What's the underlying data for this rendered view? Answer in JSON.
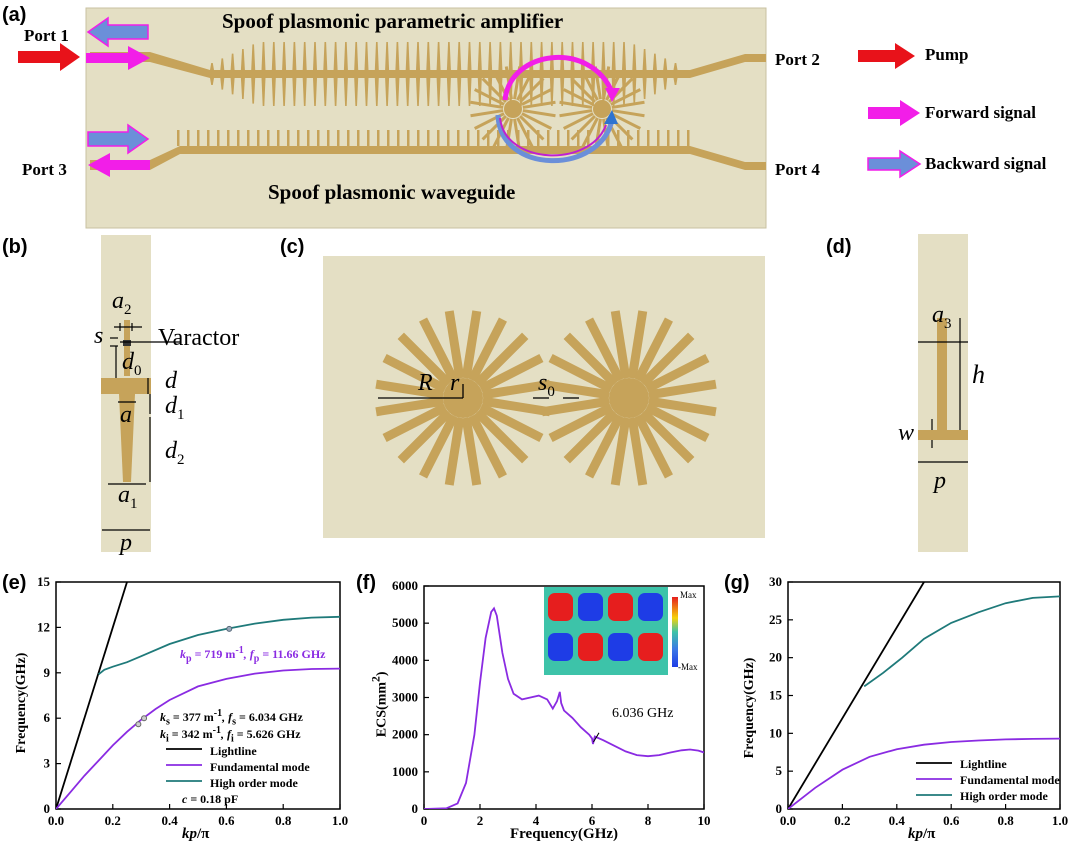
{
  "panel_a": {
    "label": "(a)",
    "title_top": "Spoof plasmonic parametric amplifier",
    "title_bottom": "Spoof plasmonic waveguide",
    "ports": [
      "Port 1",
      "Port 2",
      "Port 3",
      "Port 4"
    ],
    "legend": [
      {
        "name": "Pump",
        "color": "#e8121a"
      },
      {
        "name": "Forward signal",
        "color": "#f21ee8"
      },
      {
        "name": "Backward signal",
        "color": "#6b8fd9"
      }
    ]
  },
  "panel_b": {
    "label": "(b)",
    "varactor": "Varactor",
    "dims": [
      "a",
      "2",
      "s",
      "d",
      "0",
      "d",
      "d",
      "1",
      "a",
      "d",
      "2",
      "a",
      "1",
      "p"
    ]
  },
  "panel_c": {
    "label": "(c)",
    "R": "R",
    "r": "r",
    "s": "s",
    "s0sub": "0"
  },
  "panel_d": {
    "label": "(d)",
    "a": "a",
    "a3sub": "3",
    "h": "h",
    "w": "w",
    "p": "p"
  },
  "panel_e": {
    "label": "(e)",
    "ylabel": "Frequency(GHz)",
    "xlabel_k": "kp",
    "xlabel_div": "/π",
    "annot_p": "k",
    "annot_p_full": "= 719 m",
    "annot_p_rest": ", f",
    "annot_p_val": "= 11.66 GHz",
    "annot_s": "k",
    "annot_s_full": "= 377 m",
    "annot_s_rest": ", f",
    "annot_s_val": "= 6.034 GHz",
    "annot_i": "k",
    "annot_i_full": "= 342 m",
    "annot_i_rest": ", f",
    "annot_i_val": "= 5.626 GHz",
    "sup": "-1",
    "sub_p": "p",
    "sub_s": "s",
    "sub_i": "i",
    "c_label": "c",
    "c_val": "= 0.18 pF",
    "legend": [
      "Lightline",
      "Fundamental mode",
      "High order mode"
    ]
  },
  "panel_f": {
    "label": "(f)",
    "ylabel": "ECS(mm",
    "ylabel_sup": "2",
    "ylabel_end": ")",
    "xlabel": "Frequency(GHz)",
    "annotation": "6.036 GHz",
    "colorbar_max": "Max",
    "colorbar_min": "-Max"
  },
  "panel_g": {
    "label": "(g)",
    "ylabel": "Frequency(GHz)",
    "xlabel_k": "kp",
    "xlabel_div": "/π",
    "legend": [
      "Lightline",
      "Fundamental mode",
      "High order mode"
    ]
  },
  "chart_data": [
    {
      "type": "line",
      "panel": "e",
      "xlabel": "kp/π",
      "ylabel": "Frequency(GHz)",
      "xlim": [
        0.0,
        1.0
      ],
      "ylim": [
        0,
        15
      ],
      "xticks": [
        "0.0",
        "0.2",
        "0.4",
        "0.6",
        "0.8",
        "1.0"
      ],
      "yticks": [
        "0",
        "3",
        "6",
        "9",
        "12",
        "15"
      ],
      "series": [
        {
          "name": "Lightline",
          "color": "#000000",
          "x": [
            0.0,
            0.25
          ],
          "y": [
            0,
            15.0
          ]
        },
        {
          "name": "Fundamental mode",
          "color": "#8a2be2",
          "x": [
            0.0,
            0.05,
            0.1,
            0.15,
            0.2,
            0.25,
            0.3,
            0.35,
            0.4,
            0.5,
            0.6,
            0.7,
            0.8,
            0.9,
            1.0
          ],
          "y": [
            0,
            1.1,
            2.2,
            3.2,
            4.2,
            5.1,
            5.9,
            6.6,
            7.2,
            8.1,
            8.6,
            8.95,
            9.15,
            9.25,
            9.28
          ]
        },
        {
          "name": "High order mode",
          "color": "#1f7a7a",
          "x": [
            0.15,
            0.17,
            0.2,
            0.25,
            0.3,
            0.4,
            0.5,
            0.6,
            0.7,
            0.8,
            0.9,
            1.0
          ],
          "y": [
            8.9,
            9.2,
            9.4,
            9.7,
            10.1,
            10.9,
            11.5,
            11.9,
            12.25,
            12.5,
            12.65,
            12.7
          ]
        }
      ]
    },
    {
      "type": "line",
      "panel": "f",
      "xlabel": "Frequency(GHz)",
      "ylabel": "ECS(mm2)",
      "xlim": [
        0,
        10
      ],
      "ylim": [
        0,
        6000
      ],
      "xticks": [
        "0",
        "2",
        "4",
        "6",
        "8",
        "10"
      ],
      "yticks": [
        "0",
        "1000",
        "2000",
        "3000",
        "4000",
        "5000",
        "6000"
      ],
      "series": [
        {
          "name": "ECS",
          "color": "#8a2be2",
          "x": [
            0,
            0.8,
            1.2,
            1.5,
            1.8,
            2.0,
            2.2,
            2.4,
            2.5,
            2.6,
            2.8,
            3.0,
            3.2,
            3.5,
            3.8,
            4.1,
            4.4,
            4.6,
            4.75,
            4.85,
            4.9,
            5.0,
            5.3,
            5.6,
            5.9,
            6.0,
            6.036,
            6.1,
            6.4,
            6.8,
            7.2,
            7.6,
            8.0,
            8.4,
            8.8,
            9.2,
            9.5,
            9.8,
            10.0
          ],
          "y": [
            0,
            20,
            150,
            700,
            2000,
            3400,
            4600,
            5300,
            5400,
            5200,
            4200,
            3500,
            3100,
            2950,
            3000,
            3050,
            2950,
            2700,
            2900,
            3150,
            2850,
            2650,
            2450,
            2200,
            2000,
            1900,
            1750,
            1950,
            1850,
            1700,
            1550,
            1450,
            1420,
            1450,
            1520,
            1580,
            1600,
            1570,
            1520
          ]
        }
      ]
    },
    {
      "type": "line",
      "panel": "g",
      "xlabel": "kp/π",
      "ylabel": "Frequency(GHz)",
      "xlim": [
        0.0,
        1.0
      ],
      "ylim": [
        0,
        30
      ],
      "xticks": [
        "0.0",
        "0.2",
        "0.4",
        "0.6",
        "0.8",
        "1.0"
      ],
      "yticks": [
        "0",
        "5",
        "10",
        "15",
        "20",
        "25",
        "30"
      ],
      "series": [
        {
          "name": "Lightline",
          "color": "#000000",
          "x": [
            0.0,
            0.5
          ],
          "y": [
            0,
            30
          ]
        },
        {
          "name": "Fundamental mode",
          "color": "#8a2be2",
          "x": [
            0.0,
            0.1,
            0.2,
            0.3,
            0.4,
            0.5,
            0.6,
            0.7,
            0.8,
            0.9,
            1.0
          ],
          "y": [
            0,
            2.8,
            5.2,
            6.9,
            7.9,
            8.5,
            8.85,
            9.05,
            9.2,
            9.27,
            9.3
          ]
        },
        {
          "name": "High order mode",
          "color": "#1f7a7a",
          "x": [
            0.28,
            0.35,
            0.42,
            0.5,
            0.6,
            0.7,
            0.8,
            0.9,
            1.0
          ],
          "y": [
            16.2,
            18.0,
            20.0,
            22.5,
            24.6,
            26.0,
            27.2,
            27.9,
            28.1
          ]
        }
      ]
    }
  ]
}
